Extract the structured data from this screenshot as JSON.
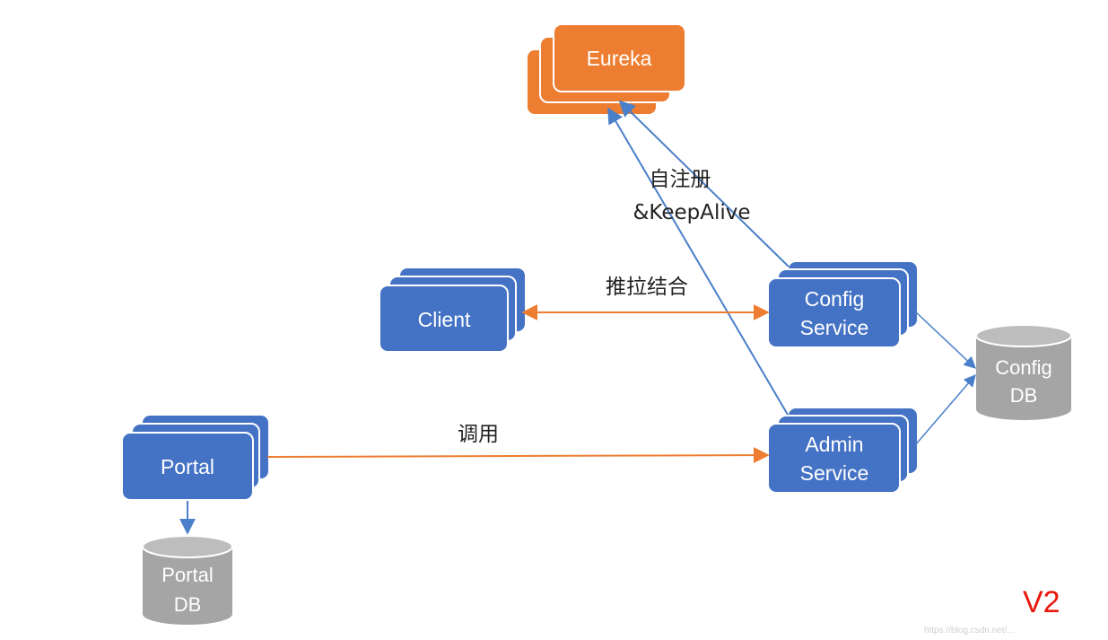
{
  "colors": {
    "blue": "#4472c4",
    "blue_border": "#ffffff",
    "orange": "#ed7d31",
    "gray_db": "#a5a5a5",
    "arrow_blue": "#4a7fc9",
    "arrow_orange": "#ed7d31",
    "version_red": "#e8180c"
  },
  "nodes": {
    "eureka": "Eureka",
    "client": "Client",
    "config_service": [
      "Config",
      "Service"
    ],
    "admin_service": [
      "Admin",
      "Service"
    ],
    "portal": "Portal",
    "config_db": [
      "Config",
      "DB"
    ],
    "portal_db": [
      "Portal",
      "DB"
    ]
  },
  "edges": {
    "register_line1": "自注册",
    "register_line2": "&KeepAlive",
    "push_pull": "推拉结合",
    "invoke": "调用"
  },
  "version": "V2",
  "watermark": "https://blog.csdn.net/..."
}
